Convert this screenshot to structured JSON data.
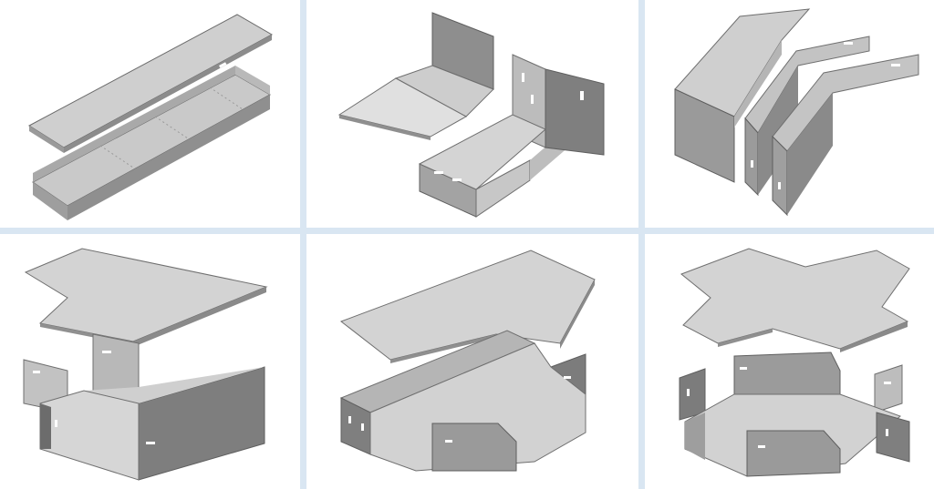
{
  "colors": {
    "background": "#ffffff",
    "divider": "#d9e6f2",
    "metal_light": "#d8d8d8",
    "metal_mid": "#b3b3b3",
    "metal_dark": "#8c8c8c",
    "metal_shadow": "#6f6f6f",
    "slot": "#ffffff",
    "edge": "#5a5a5a"
  },
  "panels": [
    {
      "component": "straight-tray-with-cover"
    },
    {
      "component": "vertical-inside-bend-with-cover"
    },
    {
      "component": "horizontal-45-bend-segments"
    },
    {
      "component": "horizontal-90-elbow-with-cover"
    },
    {
      "component": "horizontal-tee-with-cover"
    },
    {
      "component": "horizontal-cross-with-cover"
    }
  ]
}
